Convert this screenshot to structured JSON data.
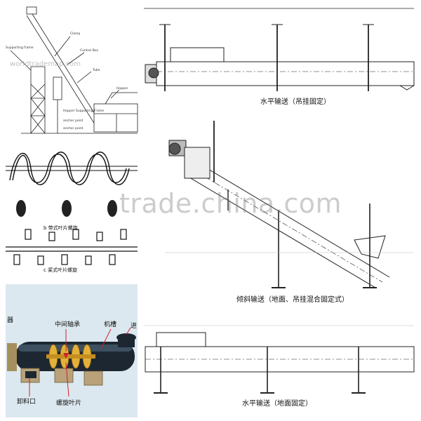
{
  "watermark": {
    "main": "trade.china.com",
    "small": "worldtrademap.com"
  },
  "top_left_labels": {
    "clamp": "Clamp",
    "supporting_frame": "Supporting frame",
    "control_box": "Control Box",
    "tube": "Tube",
    "hopper": "Hopper",
    "hopper_support": "Hopper Supporting Frame",
    "anchor_point_1": "anchor point",
    "anchor_point_2": "anchor point"
  },
  "spiral_labels": {
    "b": "b   带式叶片螺旋",
    "c": "c   桨式叶片螺旋"
  },
  "model_labels": {
    "bearing": "中间轴承",
    "trough": "机槽",
    "inlet": "进",
    "left_edge": "器",
    "outlet": "卸料口",
    "blade": "螺旋叶片"
  },
  "diagram_captions": {
    "horizontal_hanging": "水平输送（吊挂固定）",
    "inclined": "倾斜输送（地面、吊挂混合固定式）",
    "horizontal_ground": "水平输送（地面固定）"
  }
}
